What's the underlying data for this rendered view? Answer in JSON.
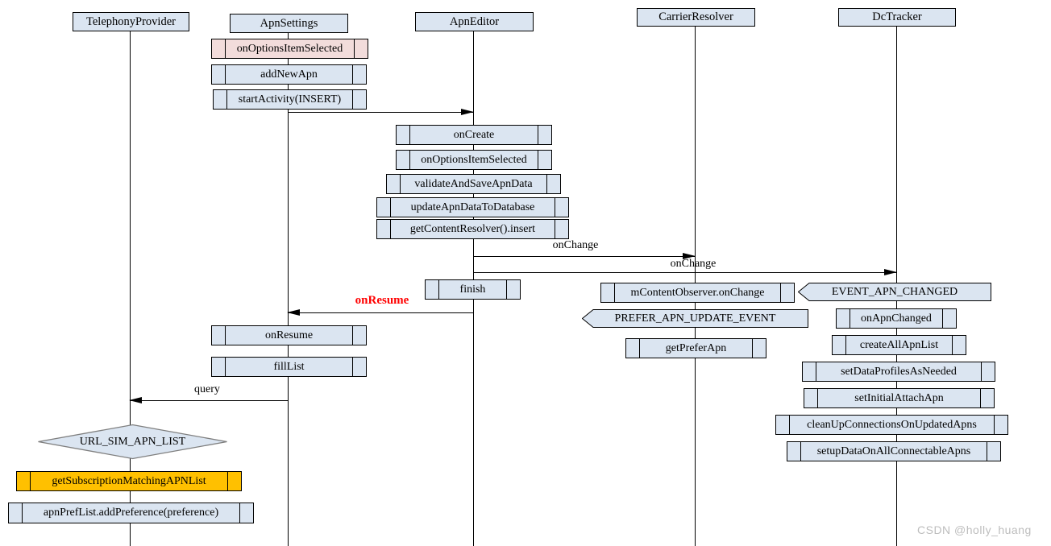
{
  "watermark": "CSDN @holly_huang",
  "colors": {
    "box_fill": "#dbe5f1",
    "highlight_pink": "#f2dcdb",
    "highlight_orange": "#ffc000",
    "message_emphasis_red": "#ff0000",
    "border": "#000000",
    "diamond_border": "#7f7f7f"
  },
  "lifelines": [
    {
      "label": "TelephonyProvider"
    },
    {
      "label": "ApnSettings"
    },
    {
      "label": "ApnEditor"
    },
    {
      "label": "CarrierResolver"
    },
    {
      "label": "DcTracker"
    }
  ],
  "boxes": [
    {
      "id": "apnsettings-onOptionsItemSelected",
      "label": "onOptionsItemSelected",
      "style": "pink"
    },
    {
      "id": "apnsettings-addNewApn",
      "label": "addNewApn",
      "style": "blue"
    },
    {
      "id": "apnsettings-startActivity",
      "label": "startActivity(INSERT)",
      "style": "blue"
    },
    {
      "id": "apneditor-onCreate",
      "label": "onCreate",
      "style": "blue"
    },
    {
      "id": "apneditor-onOptionsItemSelected",
      "label": "onOptionsItemSelected",
      "style": "blue"
    },
    {
      "id": "apneditor-validateAndSaveApnData",
      "label": "validateAndSaveApnData",
      "style": "blue"
    },
    {
      "id": "apneditor-updateApnDataToDatabase",
      "label": "updateApnDataToDatabase",
      "style": "blue"
    },
    {
      "id": "apneditor-getContentResolverInsert",
      "label": "getContentResolver().insert",
      "style": "blue"
    },
    {
      "id": "apneditor-finish",
      "label": "finish",
      "style": "blue"
    },
    {
      "id": "carrierresolver-mContentObserverOnChange",
      "label": "mContentObserver.onChange",
      "style": "blue"
    },
    {
      "id": "carrierresolver-getPreferApn",
      "label": "getPreferApn",
      "style": "blue"
    },
    {
      "id": "dctracker-eventApnChanged",
      "label": "EVENT_APN_CHANGED",
      "style": "event"
    },
    {
      "id": "dctracker-onApnChanged",
      "label": "onApnChanged",
      "style": "blue"
    },
    {
      "id": "dctracker-createAllApnList",
      "label": "createAllApnList",
      "style": "blue"
    },
    {
      "id": "dctracker-setDataProfilesAsNeeded",
      "label": "setDataProfilesAsNeeded",
      "style": "blue"
    },
    {
      "id": "dctracker-setInitialAttachApn",
      "label": "setInitialAttachApn",
      "style": "blue"
    },
    {
      "id": "dctracker-cleanUpConnectionsOnUpdatedApns",
      "label": "cleanUpConnectionsOnUpdatedApns",
      "style": "blue"
    },
    {
      "id": "dctracker-setupDataOnAllConnectableApns",
      "label": "setupDataOnAllConnectableApns",
      "style": "blue"
    },
    {
      "id": "carrierresolver-preferApnUpdateEvent",
      "label": "PREFER_APN_UPDATE_EVENT",
      "style": "event"
    },
    {
      "id": "apnsettings-onResume",
      "label": "onResume",
      "style": "blue"
    },
    {
      "id": "apnsettings-fillList",
      "label": "fillList",
      "style": "blue"
    },
    {
      "id": "telephonyprovider-urlSimApnList",
      "label": "URL_SIM_APN_LIST",
      "style": "diamond"
    },
    {
      "id": "telephonyprovider-getSubscriptionMatchingAPNList",
      "label": "getSubscriptionMatchingAPNList",
      "style": "orange"
    },
    {
      "id": "telephonyprovider-apnPrefListAddPreference",
      "label": "apnPrefList.addPreference(preference)",
      "style": "blue"
    }
  ],
  "messages": [
    {
      "label": "",
      "from": "ApnSettings",
      "to": "ApnEditor"
    },
    {
      "label": "onChange",
      "from": "ApnEditor",
      "to": "CarrierResolver"
    },
    {
      "label": "onChange",
      "from": "ApnEditor",
      "to": "DcTracker"
    },
    {
      "label": "onResume",
      "from": "ApnEditor",
      "to": "ApnSettings",
      "emphasis": "red-bold"
    },
    {
      "label": "query",
      "from": "ApnSettings",
      "to": "TelephonyProvider"
    }
  ]
}
